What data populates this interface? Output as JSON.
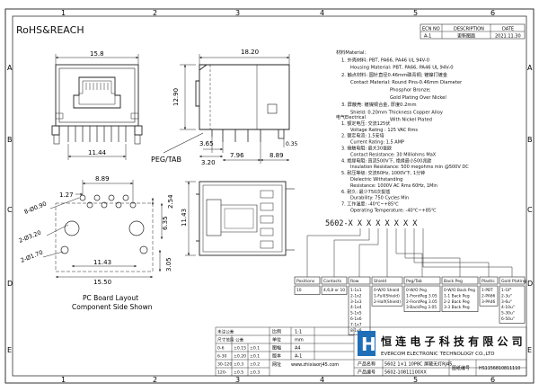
{
  "header": {
    "rohs": "RoHS&REACH",
    "cols": [
      "1",
      "2",
      "3",
      "4",
      "5",
      "6"
    ],
    "rows": [
      "A",
      "B",
      "C",
      "D",
      "E"
    ],
    "rev_table": {
      "h1": "ECN NO",
      "h2": "DESCRIPTION",
      "h3": "DATE",
      "v1": "A-1",
      "v2": "更新图面",
      "v3": "2021.11.30"
    }
  },
  "dims_front": {
    "top_width": "15.8",
    "bottom_width": "11.44"
  },
  "dims_side": {
    "top": "18.20",
    "height": "12.90",
    "d1": "3.65",
    "d2": "3.20",
    "d3": "7.96",
    "d4": "8.89",
    "d5": "0.35",
    "peg_label": "PEG/TAB"
  },
  "dims_pcb": {
    "d1": "8.89",
    "d2": "1.27",
    "d3": "6.35",
    "d4": "2.54",
    "hole1": "8-Ø0.90",
    "hole2": "2-Ø3.20",
    "hole3": "2-Ø1.70",
    "d5": "11.43",
    "d6": "15.50",
    "d7": "3.05",
    "caption1": "PC Board Layout",
    "caption2": "Component Side Shown"
  },
  "dims_bottom": {
    "height": "11.43"
  },
  "materials": [
    "材料Material:",
    "1. 外壳材料: PBT, PA66, PA46 UL 94V-0",
    "Housing Material: PBT, PA66, PA46 UL 94V-0",
    "2. 触点材料: 圆针直径0.46mm磷青铜; 镀镍打镀金",
    "Contact Material: Round Pins-0.46mm Diameter",
    "Phosphor Bronze;",
    "Gold Plating Over Nickel",
    "3. 屏蔽壳: 镀镍铜合金, 厚度0.2mm",
    "Shield: 0.20mm Thickness Copper Alloy",
    "With Nickel Plated"
  ],
  "electrical": [
    "电气Electrical",
    "1. 额定电压: 交流125伏",
    "Voltage Rating : 125 VAC Rms",
    "2. 额定电流: 1.5安培",
    "Current Rating: 1.5 AMP",
    "3. 接触电阻: 最大30毫欧",
    "Contact Resistance: 30 Milliohms MaX",
    "4. 绝缘电阻: 直流500V下, 绝缘最小500兆欧",
    "Insulation Resistance: 500 megohms min @500V DC",
    "5. 耐压等级: 交流60Hz, 1000V下, 1分钟",
    "Dielectric Withstanding",
    "Resistance: 1000V AC Rms 60Hz, 1Min",
    "6. 耐久: 最少750次拔插",
    "Durability: 750 Cycles Min",
    "7. 工作温度: -40℃~+85℃",
    "Operating Temperature: -40℃~+85℃"
  ],
  "part_number": "5602-X X X X X X X X",
  "options": [
    {
      "title": "Positions",
      "items": [
        "10"
      ]
    },
    {
      "title": "Contacts",
      "items": [
        "4,6,8 or 10"
      ]
    },
    {
      "title": "Row",
      "items": [
        "1-1x1",
        "2-1x2",
        "3-1x3",
        "4-1x4",
        "5-1x5",
        "6-1x6",
        "7-1x7",
        "8-1x8"
      ]
    },
    {
      "title": "Shield",
      "items": [
        "0-W/O Shield",
        "1-Full(Shield)",
        "2-Half(Shield)"
      ]
    },
    {
      "title": "Peg/Tab",
      "items": [
        "0-W/O Peg",
        "1-FrontPeg 3.05",
        "2-FrontPeg 3.05",
        "3-BackPeg 3.05"
      ]
    },
    {
      "title": "Back Peg",
      "items": [
        "0-W/O Back Peg",
        "1-1 Back Peg",
        "2-2 Back Peg",
        "3-3 Back Peg"
      ]
    },
    {
      "title": "Plastic",
      "items": [
        "1-PBT",
        "2-PA66",
        "3-PA46"
      ]
    },
    {
      "title": "Gold Plating",
      "items": [
        "1-Gf\"",
        "2-3u\"",
        "3-6u\"",
        "4-10u\"",
        "5-30u\"",
        "6-50u\""
      ]
    }
  ],
  "title_block": {
    "lt_rows": [
      [
        "未注公差",
        "",
        "",
        ""
      ],
      [
        "尺寸范围",
        "公差",
        "",
        ""
      ],
      [
        "0-6",
        "±0.15",
        "±0.1",
        ""
      ],
      [
        "6-30",
        "±0.20",
        "±0.1",
        ""
      ],
      [
        "30-120",
        "±0.3",
        "±0.2",
        ""
      ],
      [
        "120-",
        "±0.5",
        "±0.3",
        ""
      ]
    ],
    "scale_label": "比例",
    "scale_value": "1:1",
    "unit_label": "单位",
    "unit_value": "mm",
    "size_label": "图幅",
    "size_value": "A4",
    "ver_label": "版本",
    "ver_value": "A-1",
    "web_label": "网址",
    "web_value": "www.zhixiaorj45.com",
    "company_cn": "恒 连 电 子 科 技 有 限 公 司",
    "company_en": "EVERCOM ELECTRONIC TECHNOLOGY CO.,LTD",
    "product_name_label": "产品名称",
    "product_name": "5602 1×1 10P8C 屏蔽无灯RJ45",
    "product_no_label": "产品编号",
    "product_no": "5602-10811100XX",
    "drawing_no_label": "图纸编号",
    "drawing_no": "HS1156810811110",
    "logo_letter": "H"
  }
}
